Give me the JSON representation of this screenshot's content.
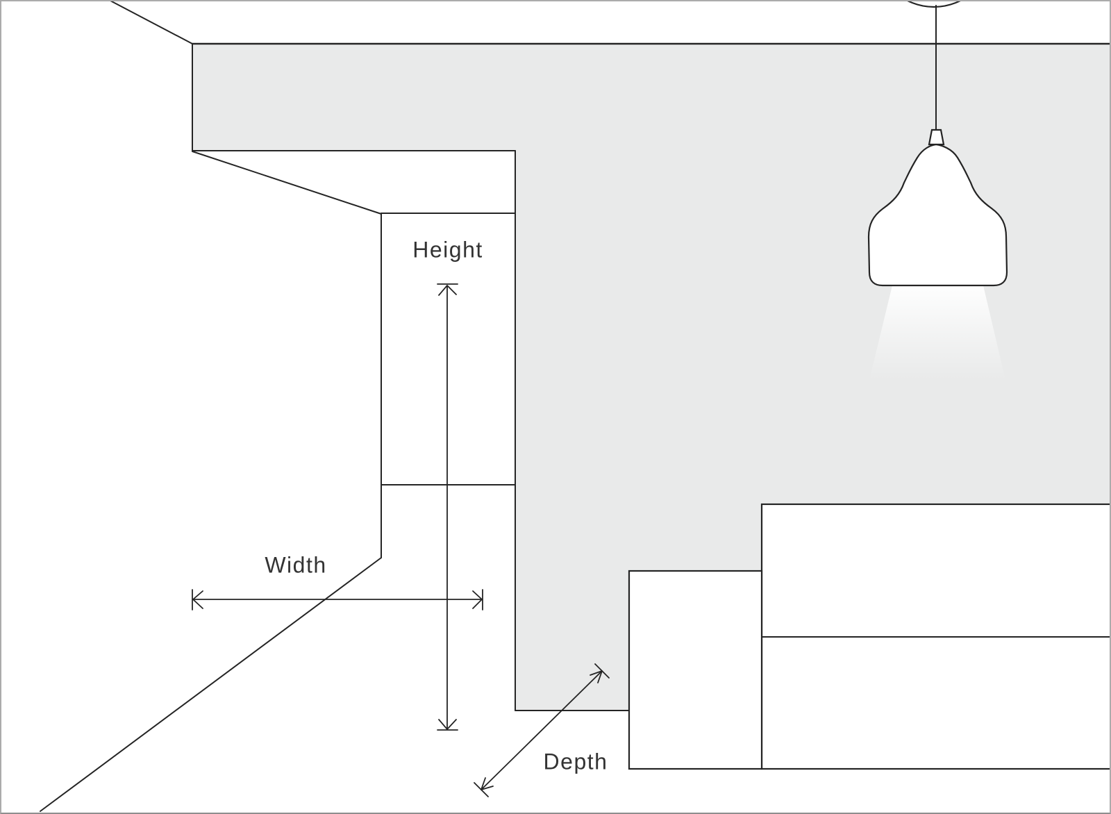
{
  "illustration": {
    "title": "furniture-measurement-guide",
    "labels": {
      "height": "Height",
      "width": "Width",
      "depth": "Depth"
    },
    "colors": {
      "background": "#ffffff",
      "wall": "#e9eaea",
      "line": "#242424",
      "text": "#333333",
      "frame": "#ababab",
      "beam": "#ffffff"
    }
  }
}
